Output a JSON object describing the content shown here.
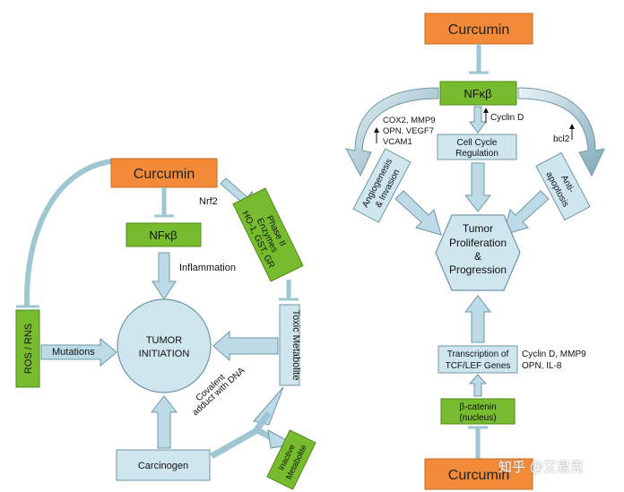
{
  "left": {
    "curcumin": "Curcumin",
    "nfkb": "NFκβ",
    "inflammation": "Inflammation",
    "tumor_initiation": [
      "TUMOR",
      "INITIATION"
    ],
    "ros_rns": "ROS / RNS",
    "mutations": "Mutations",
    "nrf2": "Nrf2",
    "phase2": [
      "Phase II",
      "Enzymes",
      "HO-1, GST, GR"
    ],
    "toxic_metabolite": "Toxic Metabolite",
    "covalent": [
      "Covalent",
      "adduct with DNA"
    ],
    "carcinogen": "Carcinogen",
    "inactive_metabolite": [
      "Inactive",
      "Metabolite"
    ]
  },
  "right": {
    "curcumin_top": "Curcumin",
    "nfkb": "NFκβ",
    "cyclin_d": "Cyclin D",
    "cell_cycle": [
      "Cell Cycle",
      "Regulation"
    ],
    "genes_left": [
      "COX2, MMP9",
      "OPN, VEGF7",
      "VCAM1"
    ],
    "bcl2": "bcl2",
    "angiogenesis": [
      "Angiogenesis",
      "& Invasion"
    ],
    "anti_apoptosis": [
      "Anti-",
      "apoptosis"
    ],
    "tumor": [
      "Tumor",
      "Proliferation",
      "&",
      "Progression"
    ],
    "transcription": [
      "Transcription of",
      "TCF/LEF Genes"
    ],
    "cyclin_mmp": [
      "Cyclin D, MMP9",
      "OPN, IL-8"
    ],
    "beta_catenin": [
      "β-catenin",
      "(nucleus)"
    ],
    "curcumin_bottom": "Curcumin"
  },
  "watermark": "知乎 @艾易克",
  "colors": {
    "orange": "#f28a38",
    "green": "#77bb2e",
    "light_blue": "#cfe6ef",
    "arrow_fill": "#bddbe6",
    "stroke": "#6f97a7"
  }
}
